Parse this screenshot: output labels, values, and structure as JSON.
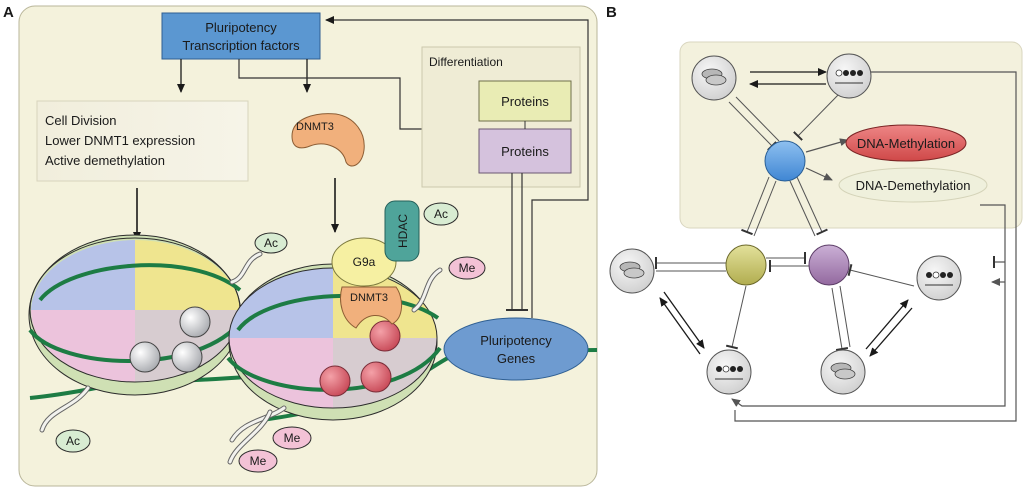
{
  "panels": {
    "a": "A",
    "b": "B"
  },
  "panel_a": {
    "tf_box": {
      "line1": "Pluripotency",
      "line2": "Transcription factors"
    },
    "cell_division": [
      "Cell Division",
      "Lower DNMT1 expression",
      "Active demethylation"
    ],
    "differentiation": {
      "title": "Differentiation",
      "protein_top": "Proteins",
      "protein_bottom": "Proteins"
    },
    "dnmt3_enzyme": "DNMT3",
    "dnmt3_bound": "DNMT3",
    "g9a": "G9a",
    "hdac": "HDAC",
    "tags": {
      "ac_hdac": "Ac",
      "ac_left_top": "Ac",
      "me_right_top": "Me",
      "ac_bottom": "Ac",
      "me_bottom_1": "Me",
      "me_bottom_2": "Me"
    },
    "genes": {
      "line1": "Pluripotency",
      "line2": "Genes"
    }
  },
  "panel_b": {
    "methylation": "DNA-Methylation",
    "demethylation": "DNA-Demethylation"
  },
  "colors": {
    "panel_bg": "#f4f2dc",
    "tf_box": "#5b97d1",
    "protein_top": "#e9ecb4",
    "protein_bottom": "#d5c2dd",
    "genes": "#6e9bd0",
    "dnmt3": "#f1b07c",
    "g9a": "#f6f0a2",
    "hdac": "#4fa49a",
    "ac_tag": "#d8ecd2",
    "me_tag": "#f3c2d6",
    "dna": "#1d7c44",
    "core_node": "#5d9fe0",
    "olive_node": "#c8c66a",
    "purple_node": "#ab86b9",
    "methylation": "#e06161"
  }
}
